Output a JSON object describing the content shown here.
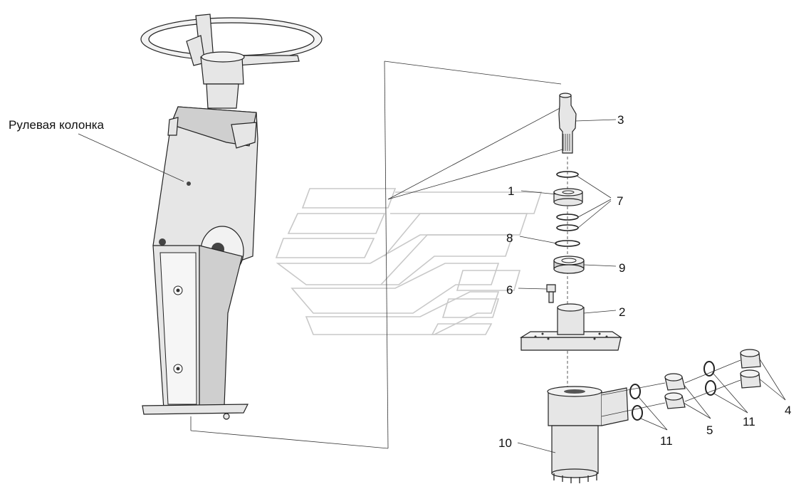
{
  "assembly_label": "Рулевая колонка",
  "callouts": {
    "c1": "1",
    "c2": "2",
    "c3": "3",
    "c4": "4",
    "c5": "5",
    "c6": "6",
    "c7": "7",
    "c8": "8",
    "c9": "9",
    "c10": "10",
    "c11a": "11",
    "c11b": "11"
  },
  "colors": {
    "line": "#222222",
    "fill": "#e6e6e6",
    "watermark": "#c8c8c8"
  }
}
